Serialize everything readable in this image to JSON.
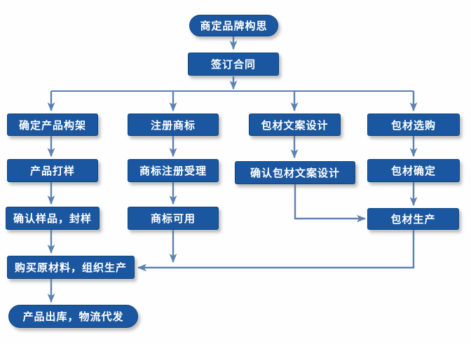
{
  "diagram": {
    "type": "flowchart",
    "language": "zh-CN",
    "description": "Brand product launch process flow"
  },
  "colors": {
    "node_fill": "#1a57a0",
    "node_border": "#10467e",
    "arrow": "#5d81b3",
    "text": "#ffffff",
    "background": "#fefefe"
  },
  "nodes": [
    {
      "id": "brand-concept",
      "label": "商定品牌构思",
      "shape": "pill"
    },
    {
      "id": "sign-contract",
      "label": "签订合同",
      "shape": "rect"
    },
    {
      "id": "product-structure",
      "label": "确定产品构架",
      "shape": "rect"
    },
    {
      "id": "trademark-register",
      "label": "注册商标",
      "shape": "rect"
    },
    {
      "id": "packaging-copy-design",
      "label": "包材文案设计",
      "shape": "rect"
    },
    {
      "id": "packaging-purchase",
      "label": "包材选购",
      "shape": "rect"
    },
    {
      "id": "product-sampling",
      "label": "产品打样",
      "shape": "rect"
    },
    {
      "id": "trademark-acceptance",
      "label": "商标注册受理",
      "shape": "rect"
    },
    {
      "id": "confirm-packaging-copy",
      "label": "确认包材文案设计",
      "shape": "rect"
    },
    {
      "id": "packaging-confirm",
      "label": "包材确定",
      "shape": "rect"
    },
    {
      "id": "confirm-sample",
      "label": "确认样品，封样",
      "shape": "rect"
    },
    {
      "id": "trademark-usable",
      "label": "商标可用",
      "shape": "rect"
    },
    {
      "id": "packaging-production",
      "label": "包材生产",
      "shape": "rect"
    },
    {
      "id": "purchase-materials",
      "label": "购买原材料，组织生产",
      "shape": "rect"
    },
    {
      "id": "product-shipment",
      "label": "产品出库，物流代发",
      "shape": "pill"
    }
  ],
  "edges": [
    {
      "from": "brand-concept",
      "to": "sign-contract"
    },
    {
      "from": "sign-contract",
      "to": "product-structure"
    },
    {
      "from": "sign-contract",
      "to": "trademark-register"
    },
    {
      "from": "sign-contract",
      "to": "packaging-copy-design"
    },
    {
      "from": "sign-contract",
      "to": "packaging-purchase"
    },
    {
      "from": "product-structure",
      "to": "product-sampling"
    },
    {
      "from": "product-sampling",
      "to": "confirm-sample"
    },
    {
      "from": "confirm-sample",
      "to": "purchase-materials"
    },
    {
      "from": "purchase-materials",
      "to": "product-shipment"
    },
    {
      "from": "trademark-register",
      "to": "trademark-acceptance"
    },
    {
      "from": "trademark-acceptance",
      "to": "trademark-usable"
    },
    {
      "from": "trademark-usable",
      "to": "purchase-materials"
    },
    {
      "from": "packaging-copy-design",
      "to": "confirm-packaging-copy"
    },
    {
      "from": "confirm-packaging-copy",
      "to": "packaging-production"
    },
    {
      "from": "packaging-purchase",
      "to": "packaging-confirm"
    },
    {
      "from": "packaging-confirm",
      "to": "packaging-production"
    },
    {
      "from": "packaging-production",
      "to": "purchase-materials"
    }
  ]
}
